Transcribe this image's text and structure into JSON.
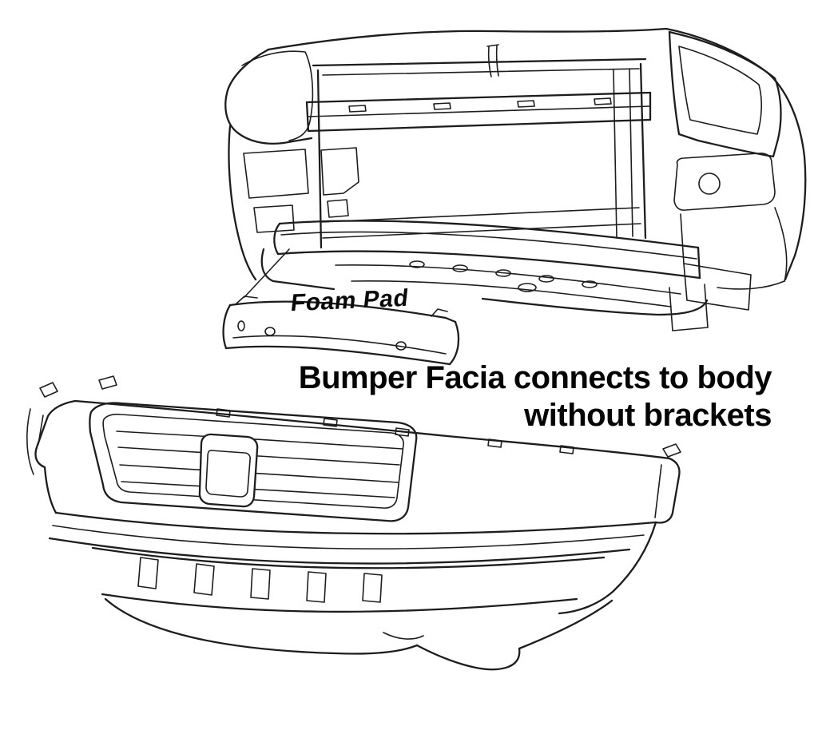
{
  "diagram": {
    "background_color": "#ffffff",
    "line_color": "#1d1d1d",
    "text_color": "#050505",
    "labels": {
      "foam_pad": "Foam Pad",
      "caption_line1": "Bumper Facia connects to body",
      "caption_line2": "without brackets"
    },
    "parts": [
      {
        "name": "vehicle-front-body-drawing"
      },
      {
        "name": "foam-pad-part-drawing"
      },
      {
        "name": "bumper-fascia-drawing"
      }
    ]
  }
}
